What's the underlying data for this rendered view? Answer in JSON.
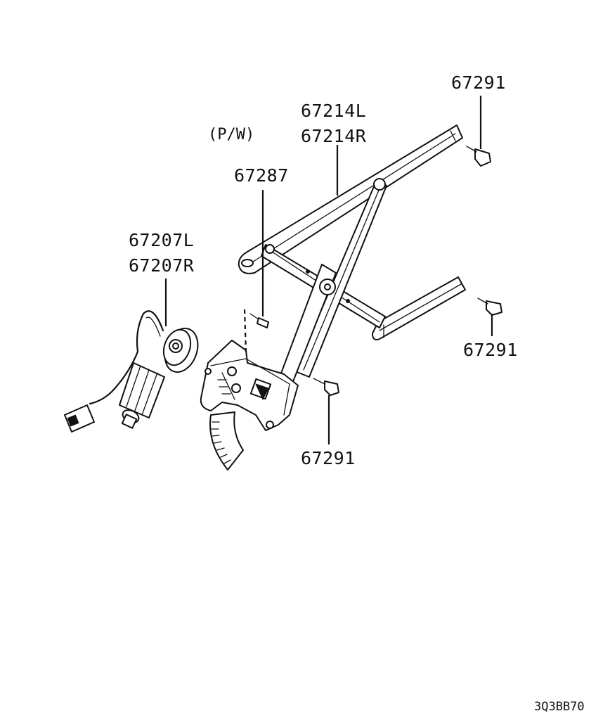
{
  "diagram": {
    "variant_note": "(P/W)",
    "drawing_code": "3Q3BB70",
    "callouts": {
      "bolt_top_right": "67291",
      "regulator_rail": [
        "67214L",
        "67214R"
      ],
      "screw": "67287",
      "motor": [
        "67207L",
        "67207R"
      ],
      "bolt_mid_right": "67291",
      "bolt_bottom": "67291"
    }
  }
}
